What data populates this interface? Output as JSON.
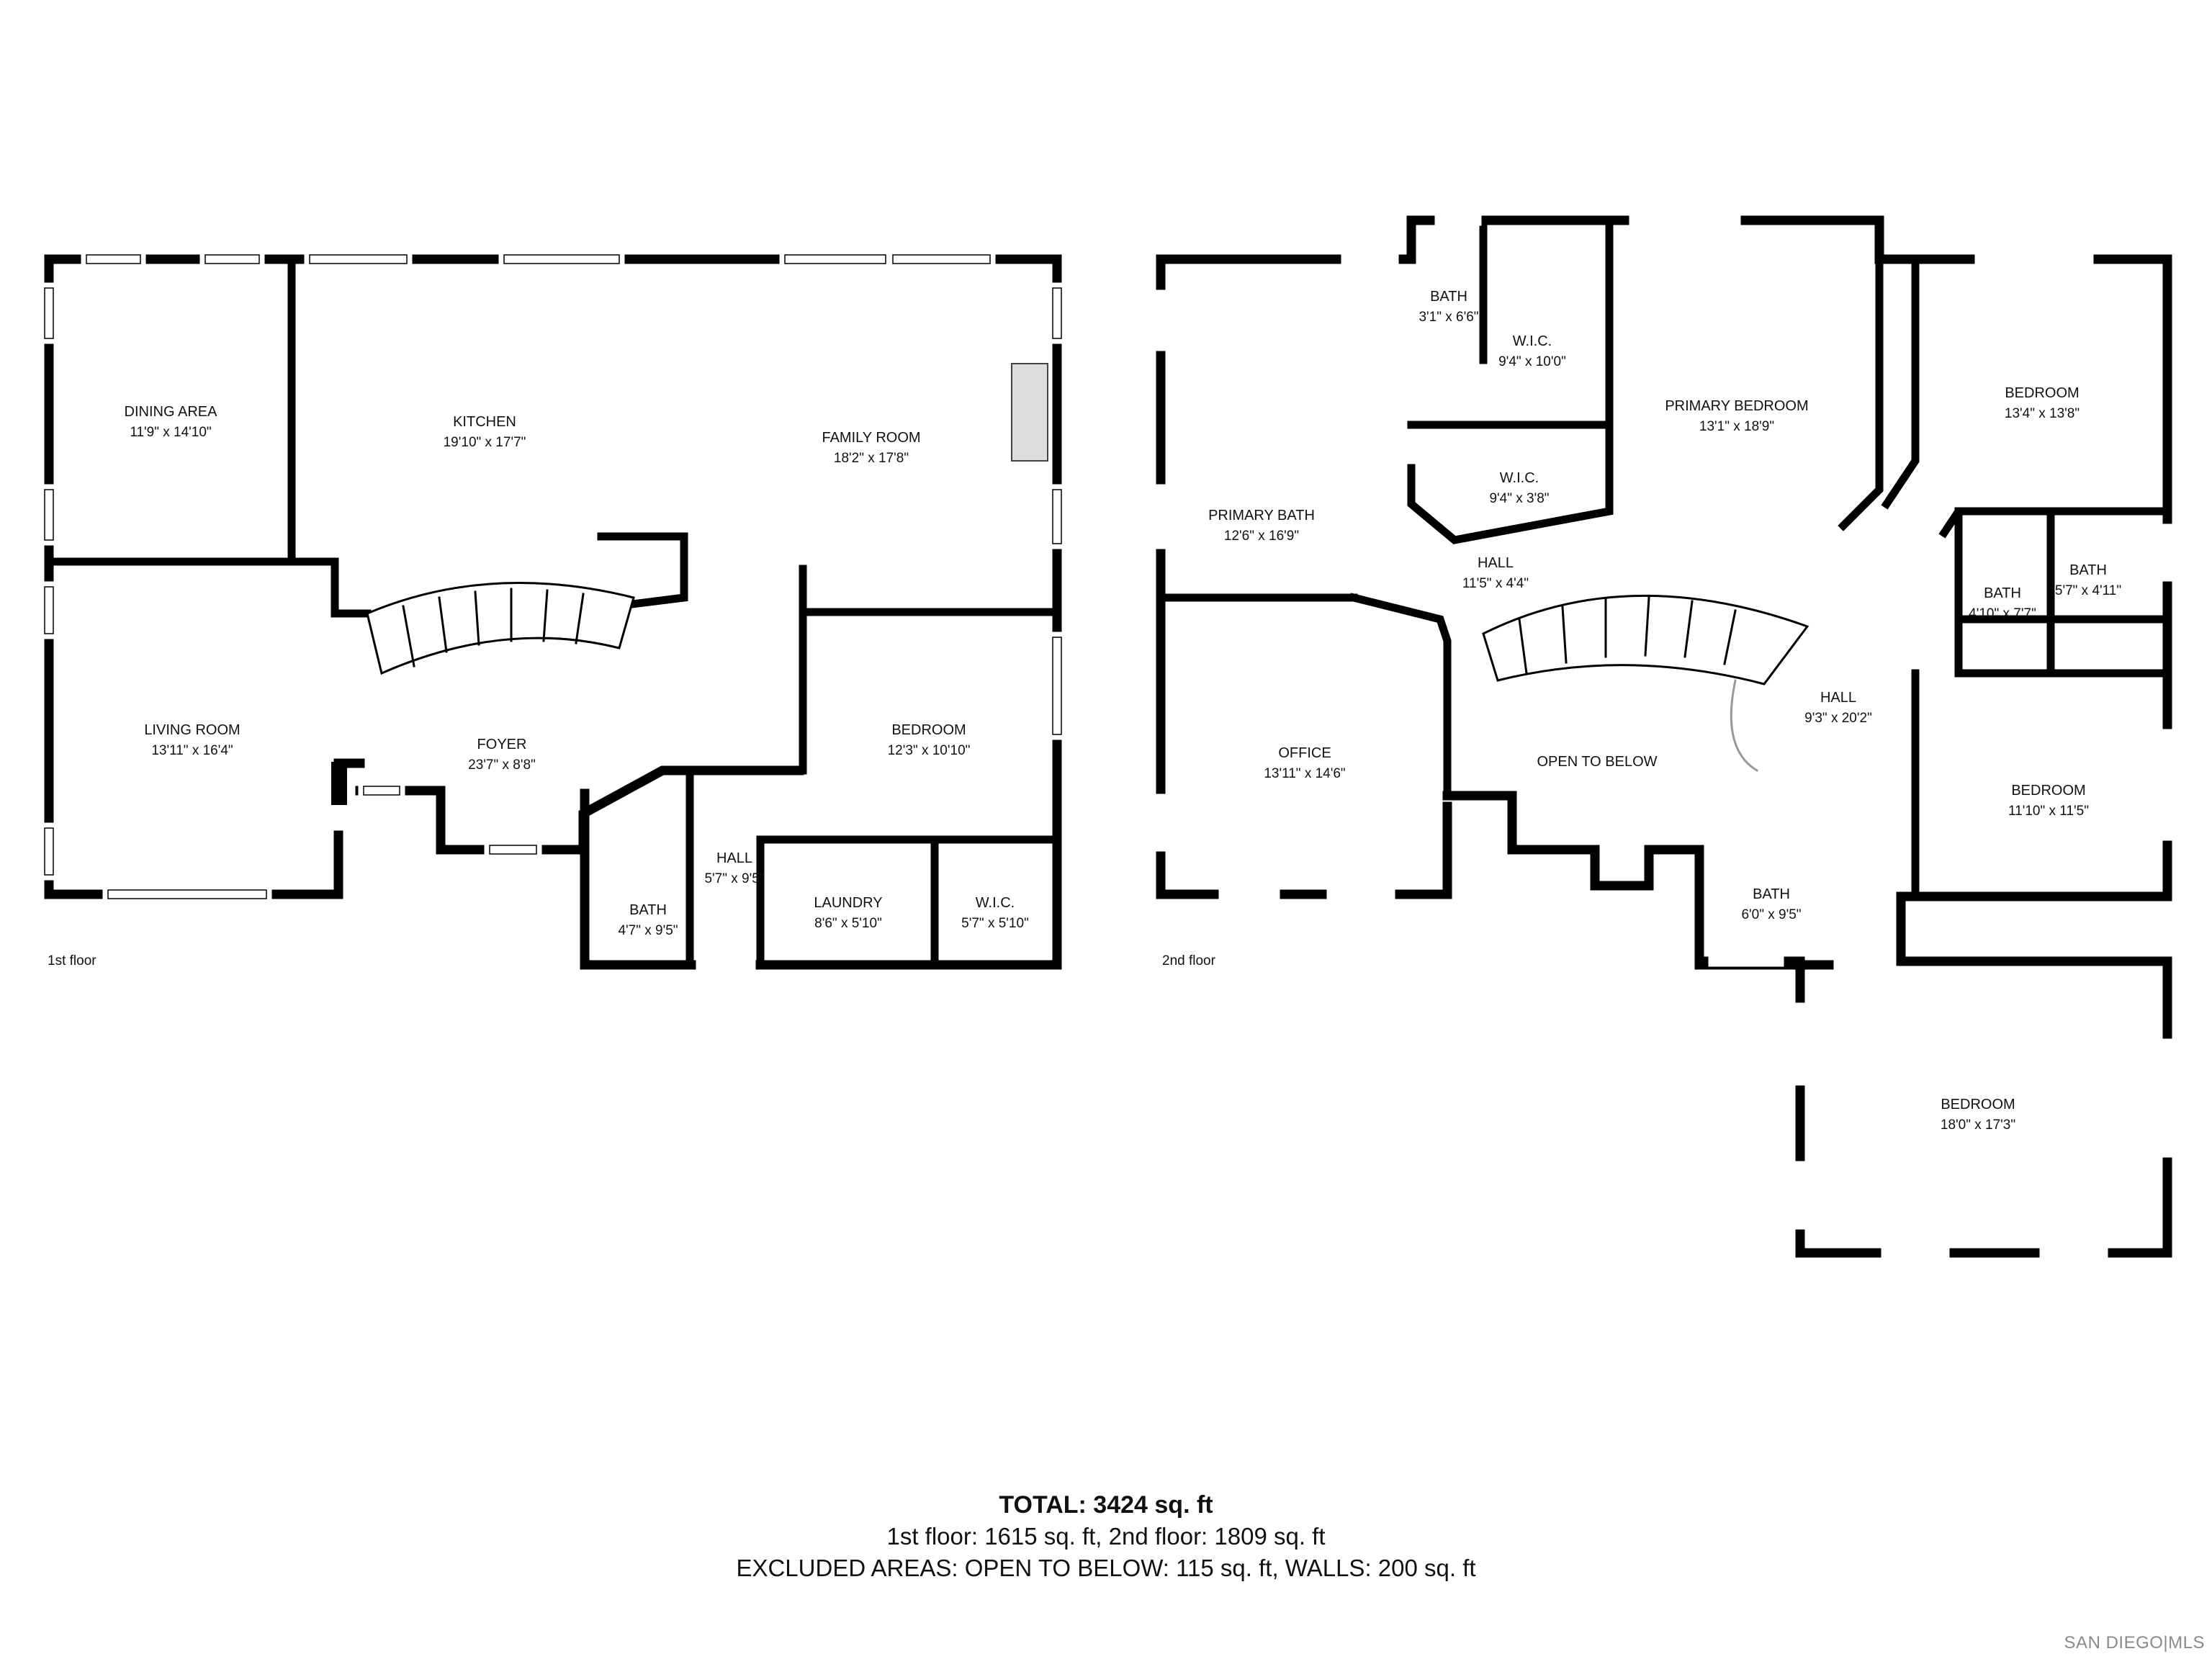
{
  "floors": [
    {
      "label": "1st floor",
      "rooms": [
        {
          "name": "DINING AREA",
          "dims": "11'9\" x 14'10\""
        },
        {
          "name": "KITCHEN",
          "dims": "19'10\" x 17'7\""
        },
        {
          "name": "FAMILY ROOM",
          "dims": "18'2\" x 17'8\""
        },
        {
          "name": "LIVING ROOM",
          "dims": "13'11\" x 16'4\""
        },
        {
          "name": "FOYER",
          "dims": "23'7\" x 8'8\""
        },
        {
          "name": "BEDROOM",
          "dims": "12'3\" x 10'10\""
        },
        {
          "name": "HALL",
          "dims": "5'7\" x 9'5\""
        },
        {
          "name": "BATH",
          "dims": "4'7\" x 9'5\""
        },
        {
          "name": "LAUNDRY",
          "dims": "8'6\" x 5'10\""
        },
        {
          "name": "W.I.C.",
          "dims": "5'7\" x 5'10\""
        }
      ]
    },
    {
      "label": "2nd floor",
      "rooms": [
        {
          "name": "BATH",
          "dims": "3'1\" x 6'6\""
        },
        {
          "name": "W.I.C.",
          "dims": "9'4\" x 10'0\""
        },
        {
          "name": "PRIMARY BEDROOM",
          "dims": "13'1\" x 18'9\""
        },
        {
          "name": "BEDROOM",
          "dims": "13'4\" x 13'8\""
        },
        {
          "name": "W.I.C.",
          "dims": "9'4\" x 3'8\""
        },
        {
          "name": "PRIMARY BATH",
          "dims": "12'6\" x 16'9\""
        },
        {
          "name": "HALL",
          "dims": "11'5\" x 4'4\""
        },
        {
          "name": "BATH",
          "dims": "4'10\" x 7'7\""
        },
        {
          "name": "BATH",
          "dims": "5'7\" x 4'11\""
        },
        {
          "name": "HALL",
          "dims": "9'3\" x 20'2\""
        },
        {
          "name": "OFFICE",
          "dims": "13'11\" x 14'6\""
        },
        {
          "name": "OPEN TO BELOW",
          "dims": ""
        },
        {
          "name": "BEDROOM",
          "dims": "11'10\" x 11'5\""
        },
        {
          "name": "BATH",
          "dims": "6'0\" x 9'5\""
        },
        {
          "name": "BEDROOM",
          "dims": "18'0\" x 17'3\""
        }
      ]
    }
  ],
  "totals": {
    "total": "TOTAL: 3424 sq. ft",
    "floors_line": "1st floor: 1615 sq. ft, 2nd floor: 1809 sq. ft",
    "excluded_line": "EXCLUDED AREAS: OPEN TO BELOW: 115 sq. ft, WALLS: 200 sq. ft"
  },
  "brand": "SAN DIEGO|MLS"
}
